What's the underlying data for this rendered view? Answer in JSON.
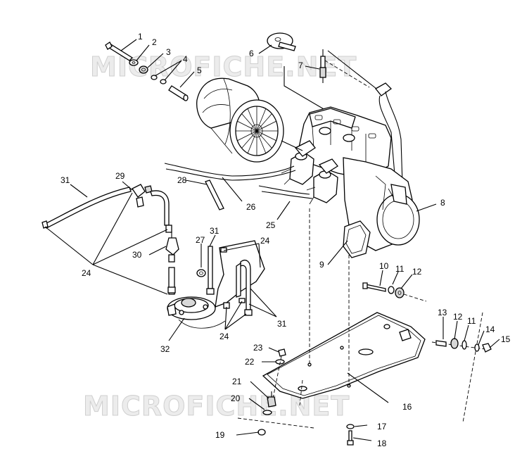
{
  "watermark": {
    "text": "MICROFICHE.NET"
  },
  "callouts": [
    {
      "id": "1",
      "label": "1"
    },
    {
      "id": "2",
      "label": "2"
    },
    {
      "id": "3",
      "label": "3"
    },
    {
      "id": "4",
      "label": "4"
    },
    {
      "id": "5",
      "label": "5"
    },
    {
      "id": "6",
      "label": "6"
    },
    {
      "id": "7",
      "label": "7"
    },
    {
      "id": "8",
      "label": "8"
    },
    {
      "id": "9",
      "label": "9"
    },
    {
      "id": "10",
      "label": "10"
    },
    {
      "id": "11a",
      "label": "11"
    },
    {
      "id": "12a",
      "label": "12"
    },
    {
      "id": "13",
      "label": "13"
    },
    {
      "id": "12b",
      "label": "12"
    },
    {
      "id": "11b",
      "label": "11"
    },
    {
      "id": "14",
      "label": "14"
    },
    {
      "id": "15",
      "label": "15"
    },
    {
      "id": "16",
      "label": "16"
    },
    {
      "id": "17",
      "label": "17"
    },
    {
      "id": "18",
      "label": "18"
    },
    {
      "id": "19",
      "label": "19"
    },
    {
      "id": "20",
      "label": "20"
    },
    {
      "id": "21",
      "label": "21"
    },
    {
      "id": "22",
      "label": "22"
    },
    {
      "id": "23",
      "label": "23"
    },
    {
      "id": "24a",
      "label": "24"
    },
    {
      "id": "24b",
      "label": "24"
    },
    {
      "id": "24c",
      "label": "24"
    },
    {
      "id": "25",
      "label": "25"
    },
    {
      "id": "26",
      "label": "26"
    },
    {
      "id": "27",
      "label": "27"
    },
    {
      "id": "28",
      "label": "28"
    },
    {
      "id": "29",
      "label": "29"
    },
    {
      "id": "30",
      "label": "30"
    },
    {
      "id": "31a",
      "label": "31"
    },
    {
      "id": "31b",
      "label": "31"
    },
    {
      "id": "31c",
      "label": "31"
    },
    {
      "id": "32",
      "label": "32"
    }
  ]
}
